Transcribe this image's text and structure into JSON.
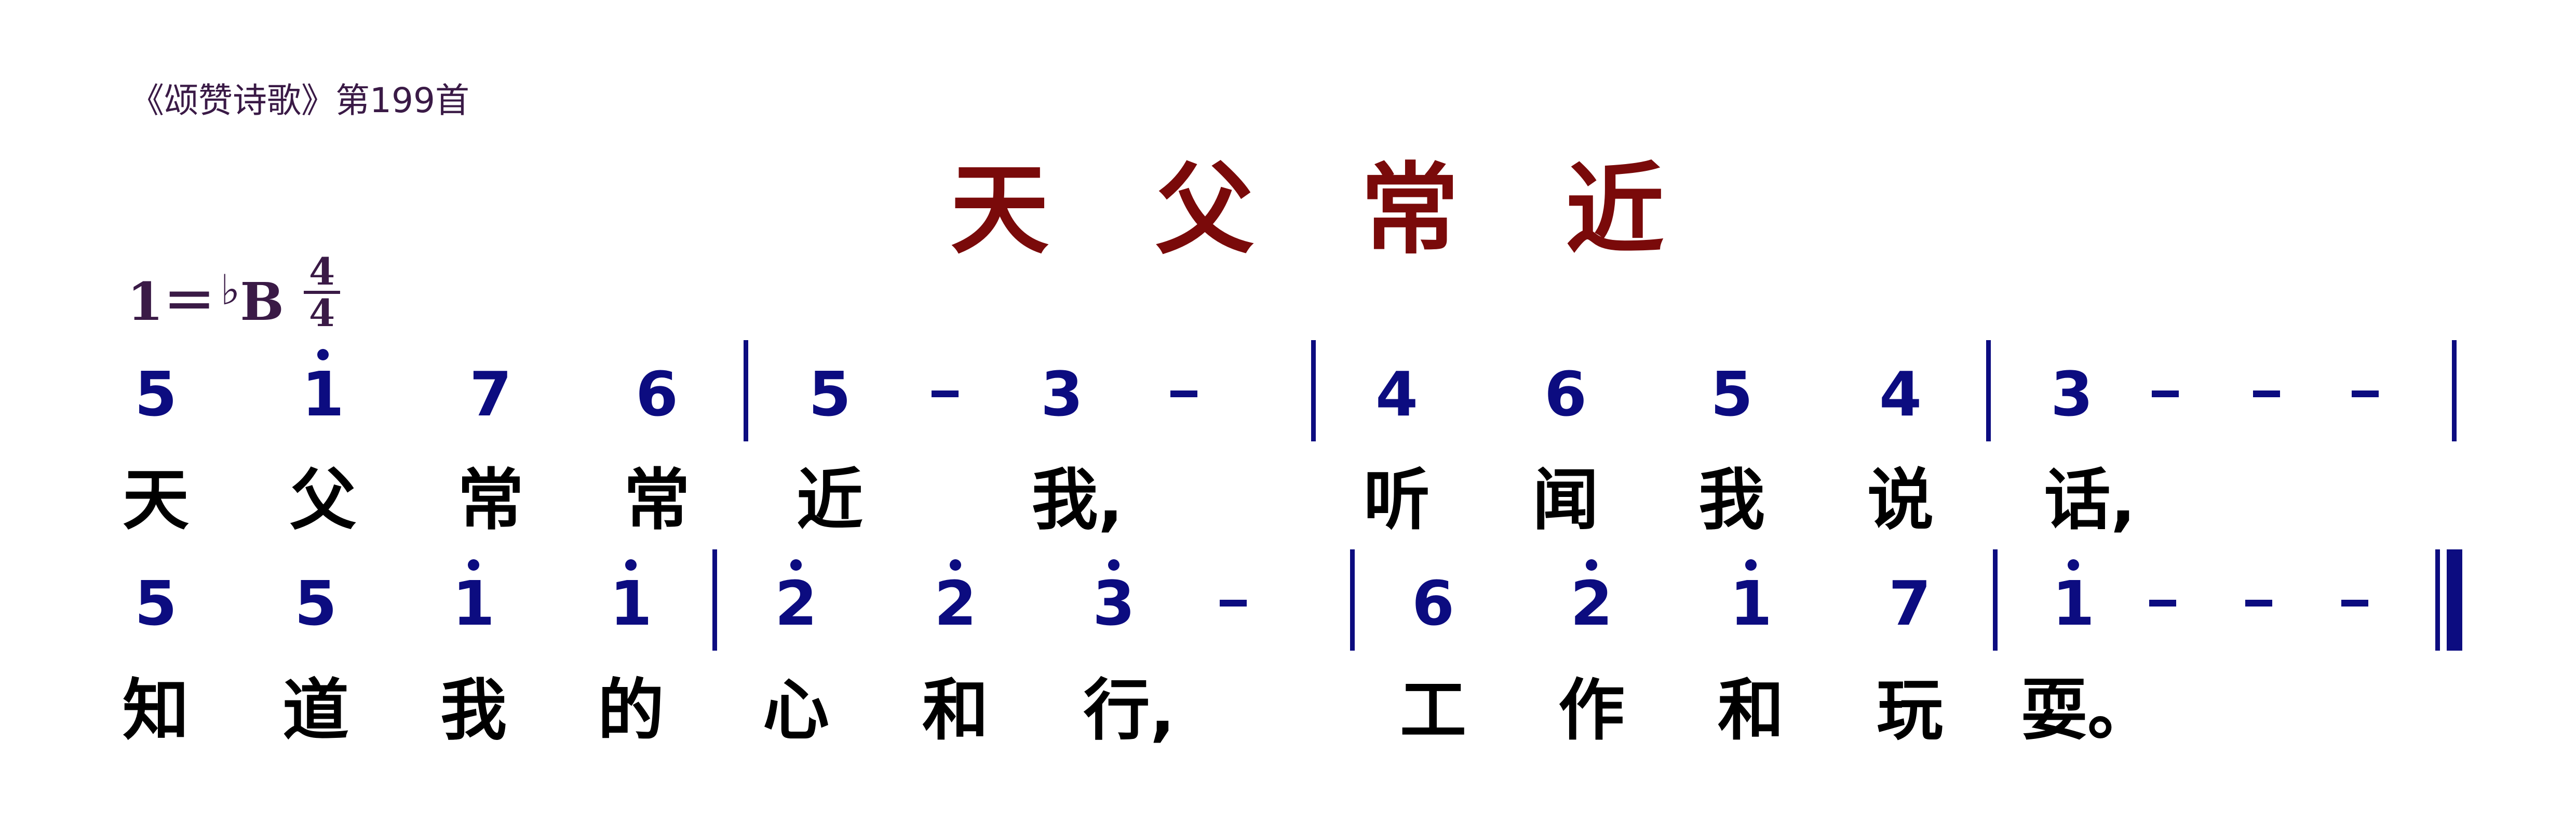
{
  "header": {
    "source": "《颂赞诗歌》第199首",
    "title": "天父常近"
  },
  "key_signature": {
    "prefix": "1＝",
    "flat": "♭",
    "note": "B"
  },
  "time_signature": {
    "top": "4",
    "bottom": "4"
  },
  "line1_notes": [
    "5",
    "1",
    "7",
    "6",
    "5",
    "-",
    "3",
    "-",
    "4",
    "6",
    "5",
    "4",
    "3",
    "-",
    "-",
    "-"
  ],
  "line1_lyrics": [
    "天",
    "父",
    "常",
    "常",
    "近",
    "我,",
    "听",
    "闻",
    "我",
    "说",
    "话,"
  ],
  "line2_notes": [
    "5",
    "5",
    "1",
    "1",
    "2",
    "2",
    "3",
    "-",
    "6",
    "2",
    "1",
    "7",
    "1",
    "-",
    "-",
    "-"
  ],
  "line2_lyrics": [
    "知",
    "道",
    "我",
    "的",
    "心",
    "和",
    "行,",
    "工",
    "作",
    "和",
    "玩",
    "耍。"
  ],
  "colors": {
    "notes": "#0c0c80",
    "lyrics": "#000000",
    "title": "#7a0a0a",
    "header": "#3a1a46"
  }
}
